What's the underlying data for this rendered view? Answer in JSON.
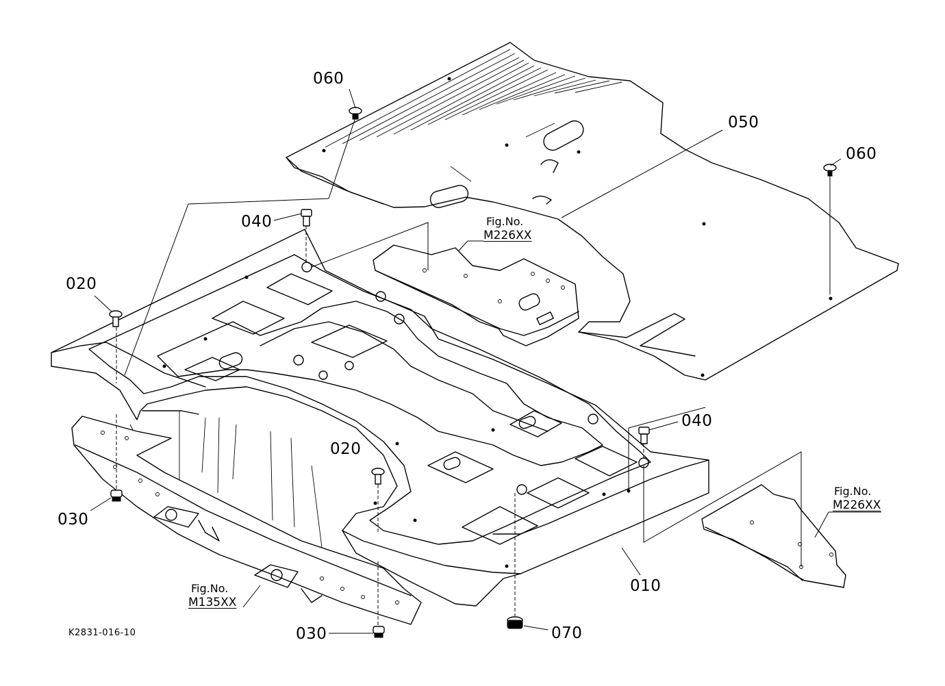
{
  "diagram_id": "K2831-016-10",
  "part_labels": {
    "p010": "010",
    "p020_left": "020",
    "p020_center": "020",
    "p030_left": "030",
    "p030_bottom": "030",
    "p040_top": "040",
    "p040_right": "040",
    "p050": "050",
    "p060_top": "060",
    "p060_right": "060",
    "p070": "070"
  },
  "figure_refs": {
    "fig_top": {
      "prefix": "Fig.No.",
      "code": "M226XX"
    },
    "fig_right": {
      "prefix": "Fig.No.",
      "code": "M226XX"
    },
    "fig_bottom": {
      "prefix": "Fig.No.",
      "code": "M135XX"
    }
  }
}
